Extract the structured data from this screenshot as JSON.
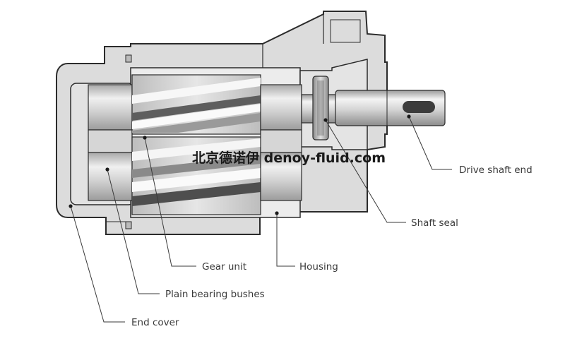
{
  "diagram": {
    "labels": {
      "drive_shaft_end": "Drive shaft end",
      "shaft_seal": "Shaft seal",
      "gear_unit": "Gear unit",
      "housing": "Housing",
      "plain_bearing_bushes": "Plain bearing bushes",
      "end_cover": "End cover"
    },
    "watermark": "北京德诺伊 denoy-fluid.com"
  },
  "colors": {
    "casing": "#dcdcdc",
    "outline": "#2b2b2b",
    "cavity": "#ececec",
    "metal_light": "#f2f2f2",
    "metal_mid": "#c4c4c4",
    "metal_dark": "#7a7a7a",
    "slot": "#3c3c3c"
  }
}
